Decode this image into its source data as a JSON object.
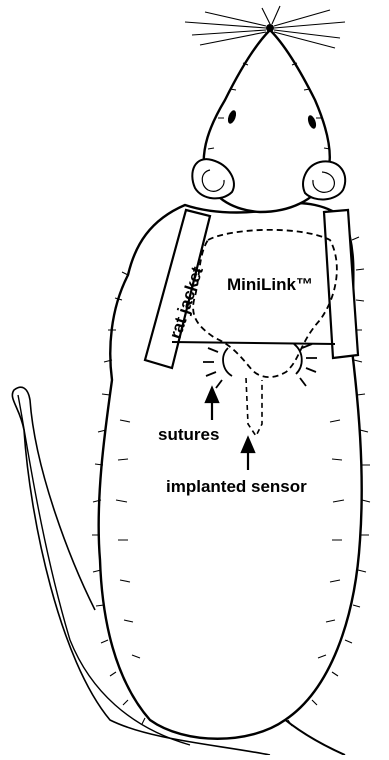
{
  "labels": {
    "jacket": "rat jacket",
    "device": "MiniLink™",
    "sutures": "sutures",
    "sensor": "implanted sensor"
  },
  "colors": {
    "ink": "#000000",
    "paper": "#ffffff"
  }
}
